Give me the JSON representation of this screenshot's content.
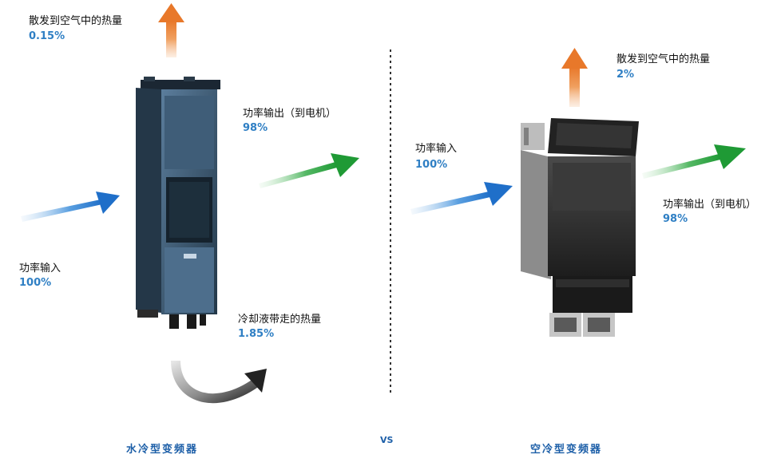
{
  "left": {
    "heat_air_label": "散发到空气中的热量",
    "heat_air_value": "0.15%",
    "power_in_label": "功率输入",
    "power_in_value": "100%",
    "power_out_label": "功率输出（到电机）",
    "power_out_value": "98%",
    "coolant_label": "冷却液带走的热量",
    "coolant_value": "1.85%",
    "caption": "水冷型变频器"
  },
  "right": {
    "heat_air_label": "散发到空气中的热量",
    "heat_air_value": "2%",
    "power_in_label": "功率输入",
    "power_in_value": "100%",
    "power_out_label": "功率输出（到电机）",
    "power_out_value": "98%",
    "caption": "空冷型变频器"
  },
  "vs_label": "VS",
  "colors": {
    "heat_arrow": "#e8833a",
    "input_arrow": "#2a7ed0",
    "output_arrow": "#2a9a3e",
    "percent_text": "#2f7fc4",
    "caption_text": "#1d5fa8"
  }
}
